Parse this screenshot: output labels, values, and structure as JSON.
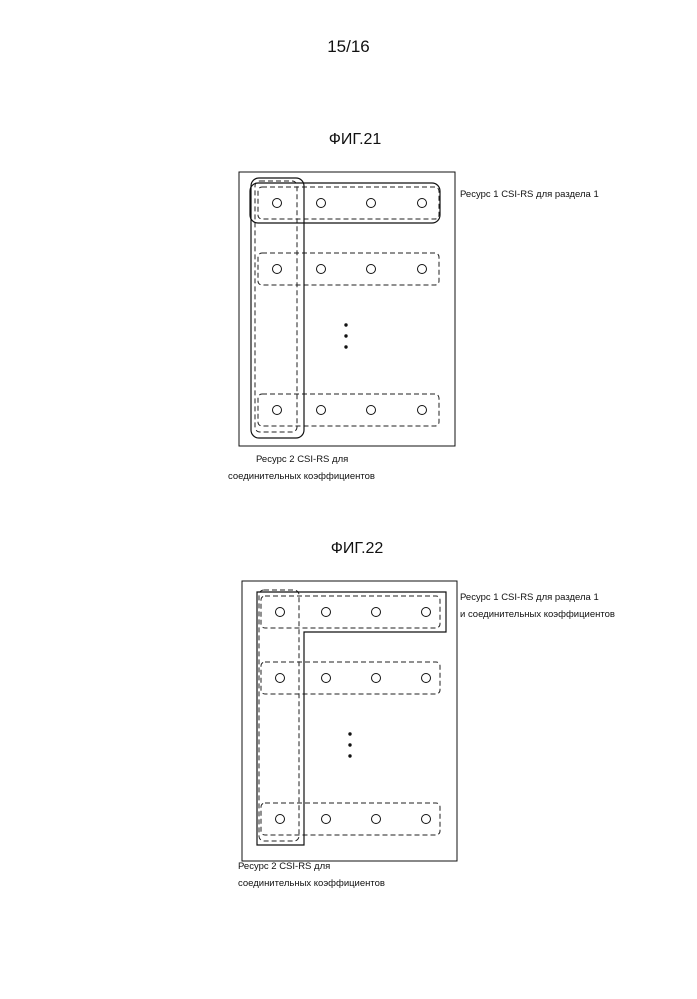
{
  "page": {
    "number": "15/16"
  },
  "figures": [
    {
      "title": "ФИГ.21",
      "resource1_label": [
        "Ресурс 1 CSI-RS для раздела 1"
      ],
      "resource2_label": [
        "Ресурс 2 CSI-RS для",
        "соединительных коэффициентов"
      ]
    },
    {
      "title": "ФИГ.22",
      "resource1_label": [
        "Ресурс 1 CSI-RS для раздела 1",
        "и соединительных коэффициентов"
      ],
      "resource2_label": [
        "Ресурс 2 CSI-RS для",
        "соединительных коэффициентов"
      ]
    }
  ],
  "elements_per_row": 4,
  "ellipsis": "⋮"
}
